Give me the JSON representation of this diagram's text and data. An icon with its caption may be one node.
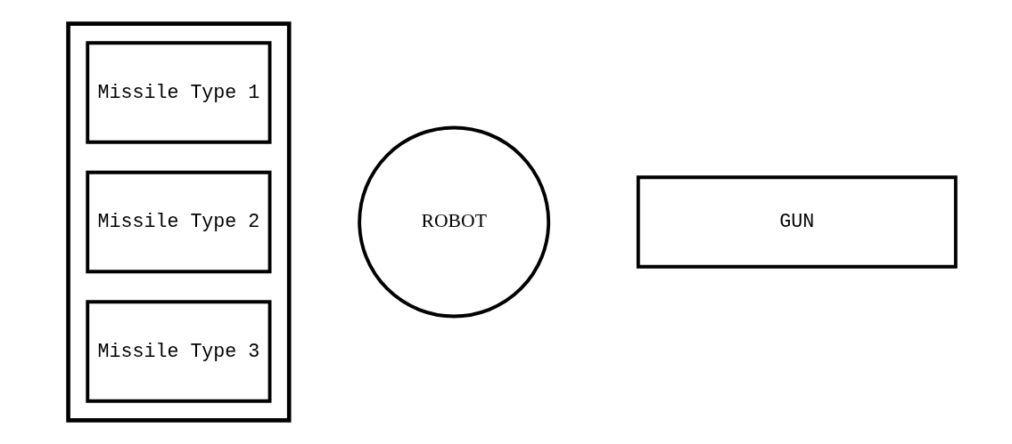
{
  "diagram": {
    "nodes": [
      {
        "text": [],
        "shape": "box"
      },
      {
        "text": [
          "Missile Type 1"
        ],
        "in": 0
      },
      {
        "text": [
          "Missile Type 2"
        ],
        "in": 0
      },
      {
        "text": [
          "Missile Type 3"
        ],
        "in": 0
      },
      {
        "text": [
          "ROBOT"
        ]
      },
      {
        "text": [
          "GUN"
        ]
      }
    ],
    "edges": []
  }
}
